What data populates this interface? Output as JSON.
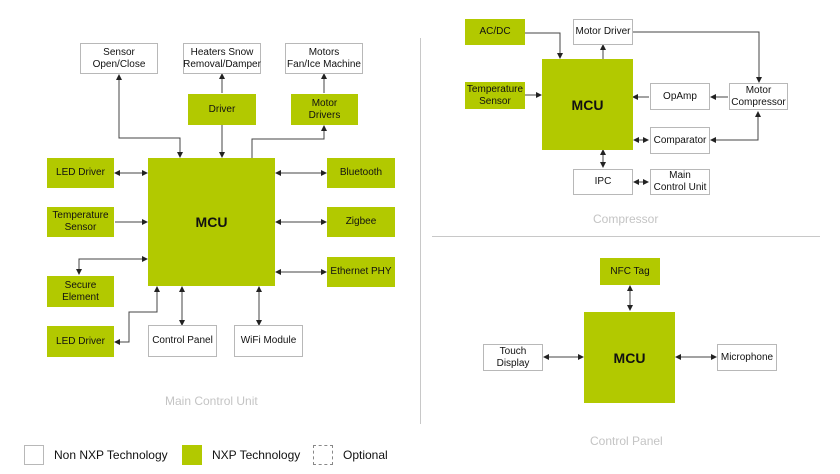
{
  "colors": {
    "nxp": "#b2c900",
    "non_nxp_border": "#b8b8b8",
    "caption": "#c4c4c4",
    "wire": "#333333"
  },
  "main_control_unit": {
    "caption": "Main Control Unit",
    "mcu": "MCU",
    "sensor_open_close": "Sensor\nOpen/Close",
    "heaters": "Heaters Snow\nRemoval/Damper",
    "motors": "Motors\nFan/Ice Machine",
    "driver": "Driver",
    "motor_drivers": "Motor\nDrivers",
    "led_driver_1": "LED Driver",
    "temperature_sensor": "Temperature\nSensor",
    "secure_element": "Secure\nElement",
    "led_driver_2": "LED Driver",
    "control_panel": "Control Panel",
    "wifi_module": "WiFi Module",
    "bluetooth": "Bluetooth",
    "zigbee": "Zigbee",
    "ethernet_phy": "Ethernet PHY"
  },
  "compressor": {
    "caption": "Compressor",
    "mcu": "MCU",
    "ac_dc": "AC/DC",
    "motor_driver": "Motor Driver",
    "temperature_sensor": "Temperature\nSensor",
    "opamp": "OpAmp",
    "motor_compressor": "Motor\nCompressor",
    "comparator": "Comparator",
    "ipc": "IPC",
    "main_control_unit": "Main\nControl Unit"
  },
  "control_panel": {
    "caption": "Control Panel",
    "mcu": "MCU",
    "nfc_tag": "NFC Tag",
    "touch_display": "Touch Display",
    "microphone": "Microphone"
  },
  "legend": {
    "non_nxp": "Non NXP Technology",
    "nxp": "NXP Technology",
    "optional": "Optional"
  }
}
